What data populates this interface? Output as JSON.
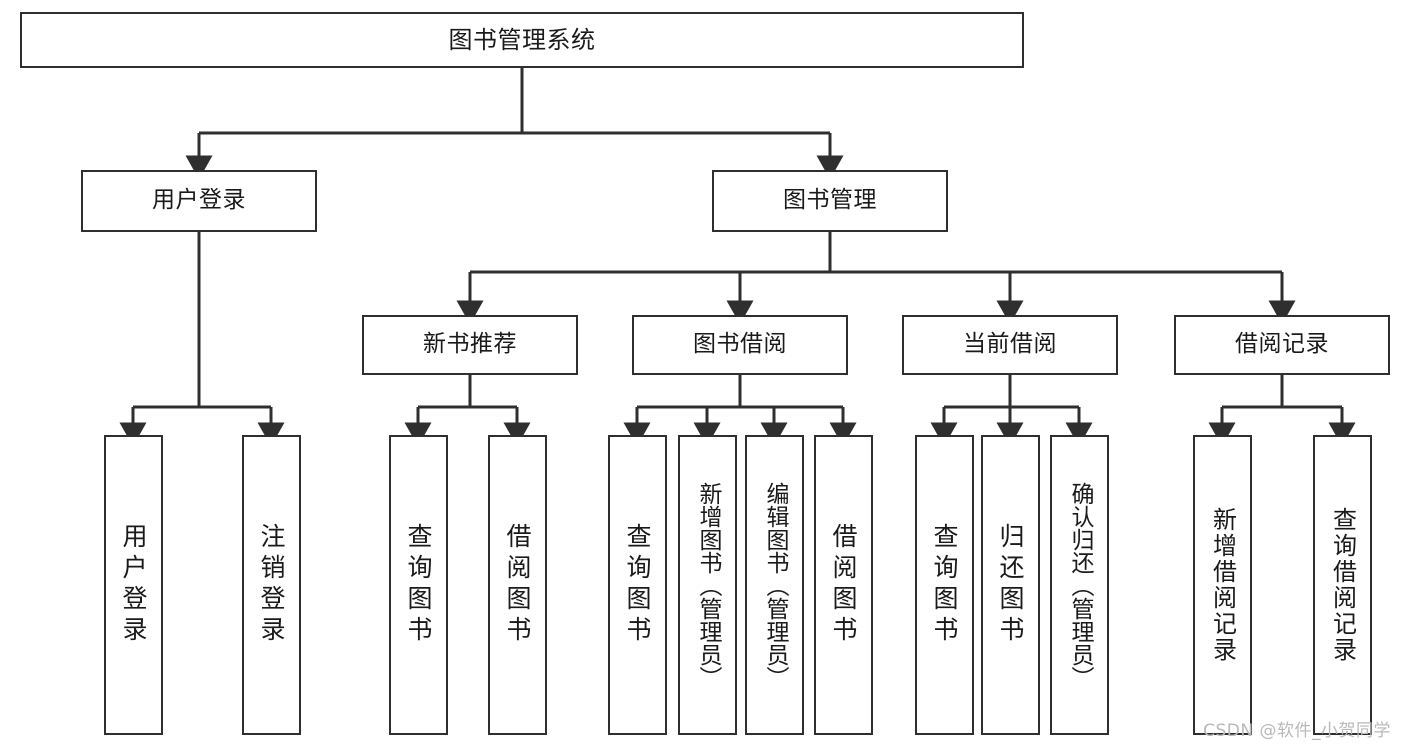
{
  "diagram": {
    "title": "图书管理系统",
    "type": "tree",
    "orientation": "top-down",
    "colors": {
      "stroke": "#2f2f2f",
      "fill": "#ffffff",
      "text": "#1a1a1a",
      "watermark": "#b9b9b9"
    }
  },
  "watermark": {
    "text": "CSDN @软件_小贺同学"
  },
  "nodes": {
    "root": {
      "label": "图书管理系统",
      "level": 1
    },
    "level2": [
      {
        "id": "user-login",
        "label": "用户登录"
      },
      {
        "id": "book-manage",
        "label": "图书管理"
      }
    ],
    "level3": [
      {
        "id": "new-book-recommend",
        "label": "新书推荐",
        "parent": "book-manage"
      },
      {
        "id": "book-borrow",
        "label": "图书借阅",
        "parent": "book-manage"
      },
      {
        "id": "current-borrow",
        "label": "当前借阅",
        "parent": "book-manage"
      },
      {
        "id": "borrow-record",
        "label": "借阅记录",
        "parent": "book-manage"
      }
    ],
    "leaves": [
      {
        "id": "leaf-user-login",
        "label": "用户登录",
        "parent": "user-login"
      },
      {
        "id": "leaf-user-logout",
        "label": "注销登录",
        "parent": "user-login"
      },
      {
        "id": "leaf-query-book-1",
        "label": "查询图书",
        "parent": "new-book-recommend"
      },
      {
        "id": "leaf-borrow-book-1",
        "label": "借阅图书",
        "parent": "new-book-recommend"
      },
      {
        "id": "leaf-query-book-2",
        "label": "查询图书",
        "parent": "book-borrow"
      },
      {
        "id": "leaf-add-book",
        "label": "新增图书（管理员）",
        "parent": "book-borrow"
      },
      {
        "id": "leaf-edit-book",
        "label": "编辑图书（管理员）",
        "parent": "book-borrow"
      },
      {
        "id": "leaf-borrow-book-2",
        "label": "借阅图书",
        "parent": "book-borrow"
      },
      {
        "id": "leaf-query-book-3",
        "label": "查询图书",
        "parent": "current-borrow"
      },
      {
        "id": "leaf-return-book",
        "label": "归还图书",
        "parent": "current-borrow"
      },
      {
        "id": "leaf-confirm-return",
        "label": "确认归还（管理员）",
        "parent": "current-borrow"
      },
      {
        "id": "leaf-add-record",
        "label": "新增借阅记录",
        "parent": "borrow-record"
      },
      {
        "id": "leaf-query-record",
        "label": "查询借阅记录",
        "parent": "borrow-record"
      }
    ]
  }
}
